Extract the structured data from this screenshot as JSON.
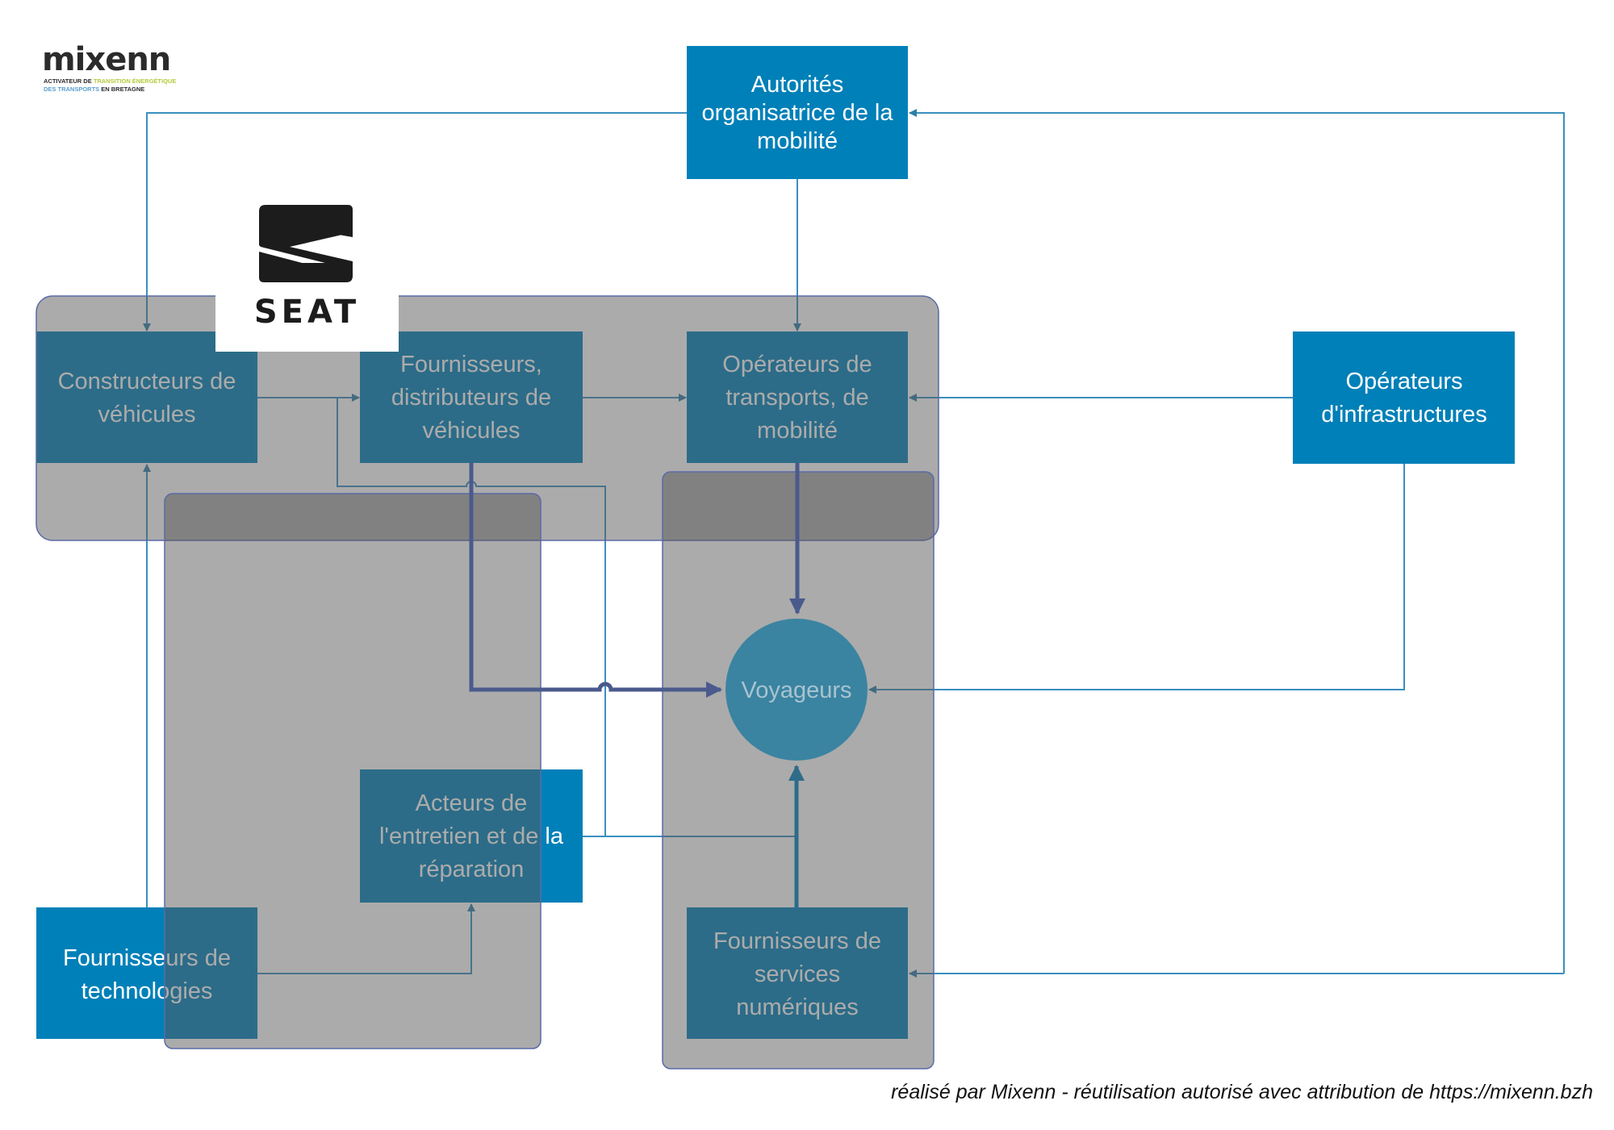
{
  "logo": {
    "brand": "mixenn",
    "tagline_line1_a": "ACTIVATEUR DE ",
    "tagline_line1_b": "TRANSITION ÉNERGÉTIQUE",
    "tagline_line2_a": "DES TRANSPORTS ",
    "tagline_line2_b": "EN BRETAGNE"
  },
  "seat_logo": {
    "word": "SEAT"
  },
  "colors": {
    "box_blue": "#0080b8",
    "box_overlaid": "#2e6c8a",
    "group_gray": "#adadad",
    "connector_thin": "#3b8fbf",
    "connector_thick": "#4a5a8c",
    "circle": "#3a84a1",
    "muted_text": "#a9c3cf"
  },
  "nodes": {
    "autorites": [
      "Autorités",
      "organisatrice de la",
      "mobilité"
    ],
    "constructeurs": [
      "Constructeurs de",
      "véhicules"
    ],
    "fournisseurs_distrib": [
      "Fournisseurs,",
      "distributeurs de",
      "véhicules"
    ],
    "operateurs_transports": [
      "Opérateurs de",
      "transports, de",
      "mobilité"
    ],
    "operateurs_infra": [
      "Opérateurs",
      "d'infrastructures"
    ],
    "voyageurs": [
      "Voyageurs"
    ],
    "acteurs_entretien": [
      "Acteurs de",
      "l'entretien et de la",
      "réparation"
    ],
    "fournisseurs_tech": [
      "Fournisseurs de",
      "technologies"
    ],
    "fournisseurs_services": [
      "Fournisseurs de",
      "services",
      "numériques"
    ]
  },
  "footer": "réalisé par Mixenn - réutilisation autorisé avec attribution de https://mixenn.bzh"
}
